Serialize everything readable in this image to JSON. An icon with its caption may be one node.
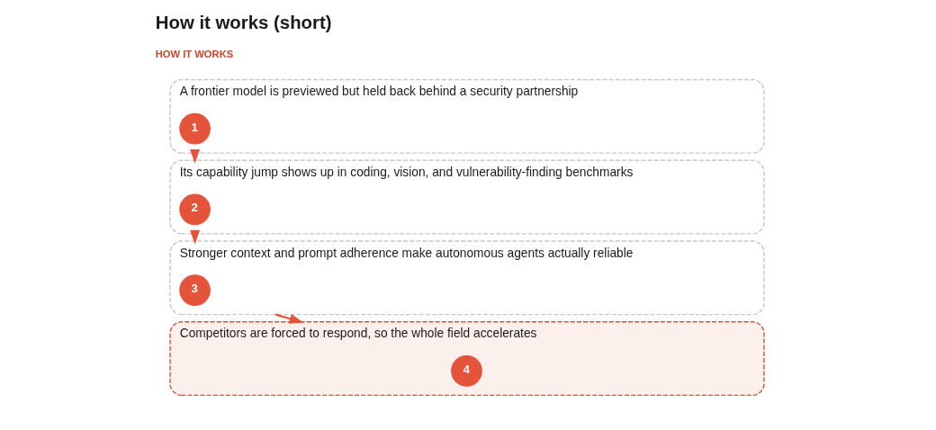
{
  "diagram": {
    "title": "How it works (short)",
    "nodes": [
      {
        "text": [
          "A frontier model is previewed but held back behind a security partnership"
        ]
      },
      {
        "text": [
          "1"
        ],
        "in": 0
      },
      {
        "text": [
          "Its capability jump shows up in coding, vision, and vulnerability-finding benchmarks"
        ]
      },
      {
        "text": [
          "2"
        ],
        "in": 2
      },
      {
        "text": [
          "Stronger context and prompt adherence make autonomous agents actually reliable"
        ]
      },
      {
        "text": [
          "3"
        ],
        "in": 4
      },
      {
        "text": [
          "Competitors are forced to respond, so the whole field accelerates"
        ]
      },
      {
        "text": [
          "4"
        ],
        "in": 6
      }
    ],
    "edges": [
      {
        "from": 0,
        "to": 2,
        "arrow": "to"
      },
      {
        "from": 2,
        "to": 4,
        "arrow": "to"
      },
      {
        "from": 4,
        "to": 6,
        "arrow": "to"
      }
    ],
    "labels": [
      "HOW IT WORKS"
    ]
  }
}
